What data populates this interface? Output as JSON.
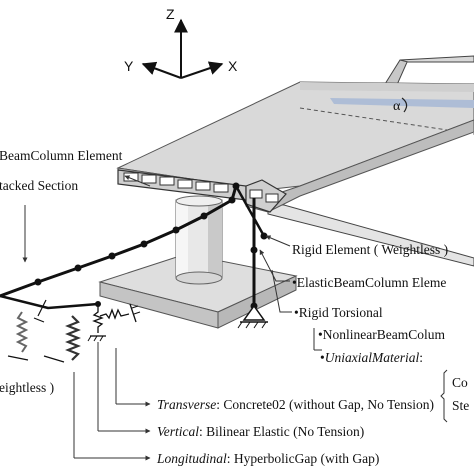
{
  "axes": {
    "z": "Z",
    "y": "Y",
    "x": "X"
  },
  "angle_symbol": "α",
  "labels": {
    "beam_column": "BeamColumn Element",
    "stacked_section": "tacked Section",
    "rigid_element": "Rigid Element ( Weightless )",
    "elastic_beam_column": "•ElasticBeamColumn Eleme",
    "rigid_torsional": "•Rigid Torsional",
    "nonlinear_beam_column": "•NonlinearBeamColum",
    "uniaxial_prefix": "•",
    "uniaxial_italic": "UniaxialMaterial",
    "uniaxial_colon": ":",
    "uniaxial_co": "Co",
    "uniaxial_ste": "Ste",
    "weightless": "eightless )"
  },
  "springs": [
    {
      "name": "Transverse",
      "desc": ": Concrete02 (without Gap, No Tension)"
    },
    {
      "name": "Vertical",
      "desc": ": Bilinear Elastic (No Tension)"
    },
    {
      "name": "Longitudinal",
      "desc": ": HyperbolicGap (with Gap)"
    }
  ]
}
